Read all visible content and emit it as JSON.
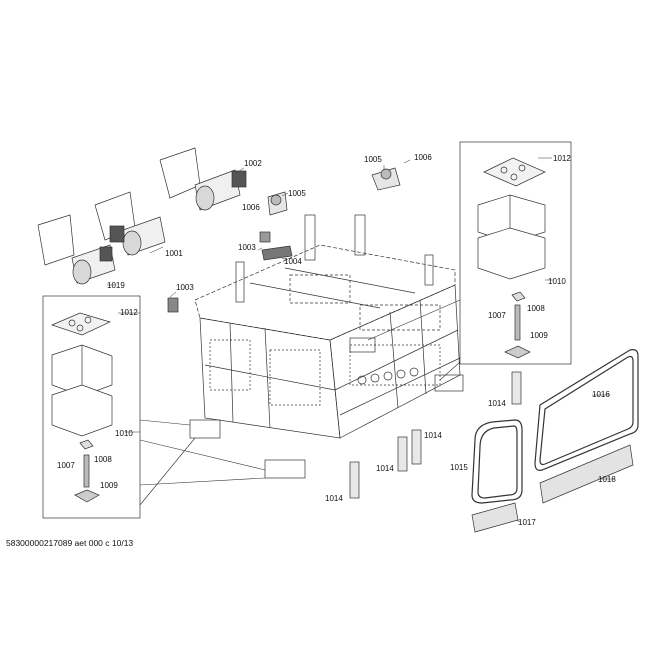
{
  "callouts": {
    "c1001": "1001",
    "c1002": "1002",
    "c1003a": "1003",
    "c1003b": "1003",
    "c1004": "1004",
    "c1005a": "1005",
    "c1005b": "1005",
    "c1006a": "1006",
    "c1006b": "1006",
    "c1007l": "1007",
    "c1007r": "1007",
    "c1008l": "1008",
    "c1008r": "1008",
    "c1009l": "1009",
    "c1009r": "1009",
    "c1010l": "1010",
    "c1010r": "1010",
    "c1012l": "1012",
    "c1012r": "1012",
    "c1014a": "1014",
    "c1014b": "1014",
    "c1014c": "1014",
    "c1014d": "1014",
    "c1015": "1015",
    "c1016": "1016",
    "c1017": "1017",
    "c1018": "1018",
    "c1019": "1019"
  },
  "footer": "58300000217089 aet 000 c 10/13"
}
